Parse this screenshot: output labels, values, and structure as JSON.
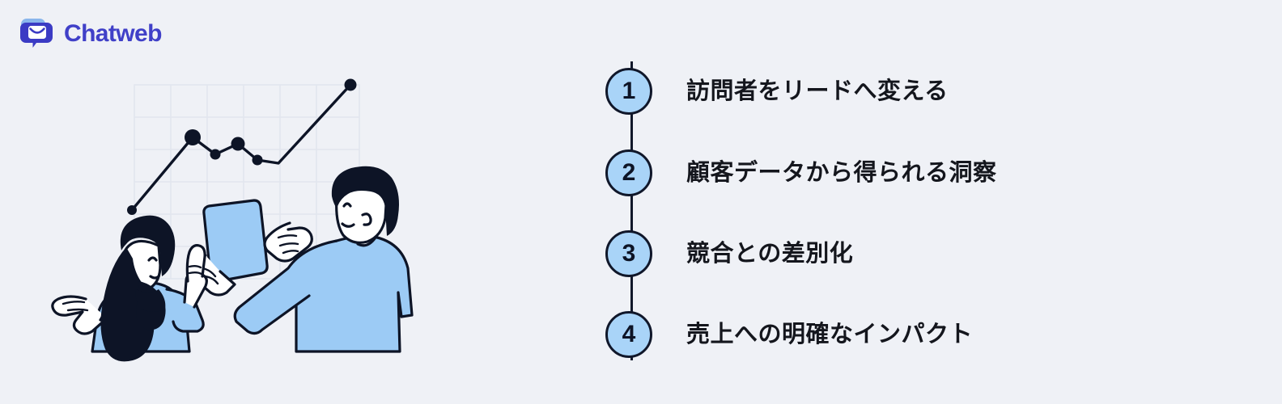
{
  "brand": {
    "name": "Chatweb",
    "logo_icon": "chat-bubble-envelope-icon",
    "accent_color": "#4040c8",
    "logo_back_color": "#8ab6ec",
    "logo_front_color": "#3b3bc4"
  },
  "theme": {
    "background": "#eff1f6",
    "badge_fill": "#a9d4f8",
    "badge_border": "#10172a",
    "text_color": "#14161d",
    "illustration_blue": "#9ccbf5",
    "illustration_ink": "#0d1426",
    "grid_line": "#e1e5ee"
  },
  "illustration": {
    "name": "two-people-with-tablet-and-growth-chart",
    "figures": [
      {
        "name": "woman-gesturing",
        "hair": "long-black",
        "shirt_color": "#9ccbf5"
      },
      {
        "name": "man-holding-tablet",
        "hair": "short-black",
        "shirt_color": "#9ccbf5"
      }
    ],
    "device": {
      "name": "tablet",
      "color": "#9ccbf5"
    }
  },
  "chart_data": {
    "type": "line",
    "title": "",
    "xlabel": "",
    "ylabel": "",
    "grid": true,
    "legend": null,
    "x": [
      0,
      1,
      2,
      3,
      4,
      5,
      6,
      7
    ],
    "values": [
      1.0,
      4.6,
      3.8,
      4.3,
      3.2,
      3.1,
      5.2,
      6.6
    ],
    "ylim": [
      0,
      7
    ],
    "xlim": [
      0,
      7
    ],
    "marker_sizes": [
      8,
      14,
      9,
      12,
      9,
      8,
      0,
      10
    ],
    "line_color": "#0d1426",
    "marker_color": "#0d1426"
  },
  "steps": {
    "rail_color": "#10172a",
    "items": [
      {
        "number": "1",
        "label": "訪問者をリードへ変える"
      },
      {
        "number": "2",
        "label": "顧客データから得られる洞察"
      },
      {
        "number": "3",
        "label": "競合との差別化"
      },
      {
        "number": "4",
        "label": "売上への明確なインパクト"
      }
    ]
  }
}
